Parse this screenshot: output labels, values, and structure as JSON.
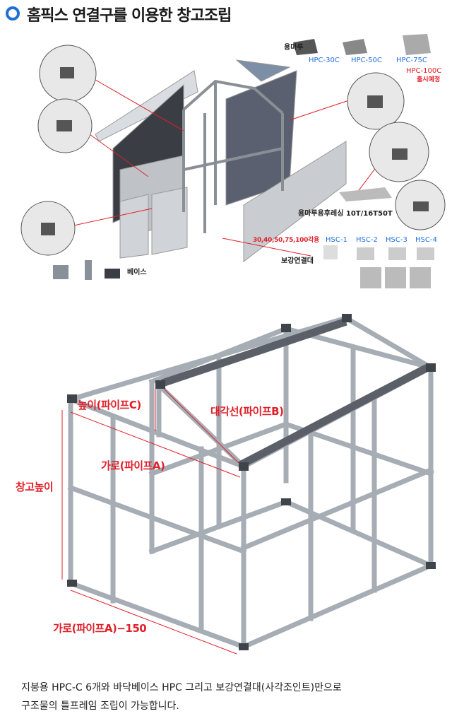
{
  "title": "홈픽스 연결구를 이용한 창고조립",
  "top_diagram": {
    "ridge_label": "용마루",
    "ridge_parts": [
      "HPC-30C",
      "HPC-50C",
      "HPC-75C"
    ],
    "upcoming_part": "HPC-100C",
    "upcoming_note": "출시예정",
    "flashing_label": "용마루용후레싱 10T/16T50T",
    "bracket_sizes": "30,40,50,75,100각용",
    "bracket_label": "보강연결대",
    "bracket_parts": [
      "HSC-1",
      "HSC-2",
      "HSC-3",
      "HSC-4"
    ],
    "base_label": "베이스"
  },
  "frame_diagram": {
    "height_pipe_c": "높이(파이프C)",
    "diagonal_pipe_b": "대각선(파이프B)",
    "width_pipe_a": "가로(파이프A)",
    "storage_height": "창고높이",
    "width_pipe_a_150": "가로(파이프A)−150"
  },
  "caption": {
    "line1": "지붕용 HPC-C 6개와 바닥베이스 HPC 그리고 보강연결대(사각조인트)만으로",
    "line2": "구조물의 틀프레임 조립이 가능합니다."
  },
  "colors": {
    "accent": "#1f6fd6",
    "label_red": "#e0202a",
    "part_blue": "#1e6fe0"
  }
}
